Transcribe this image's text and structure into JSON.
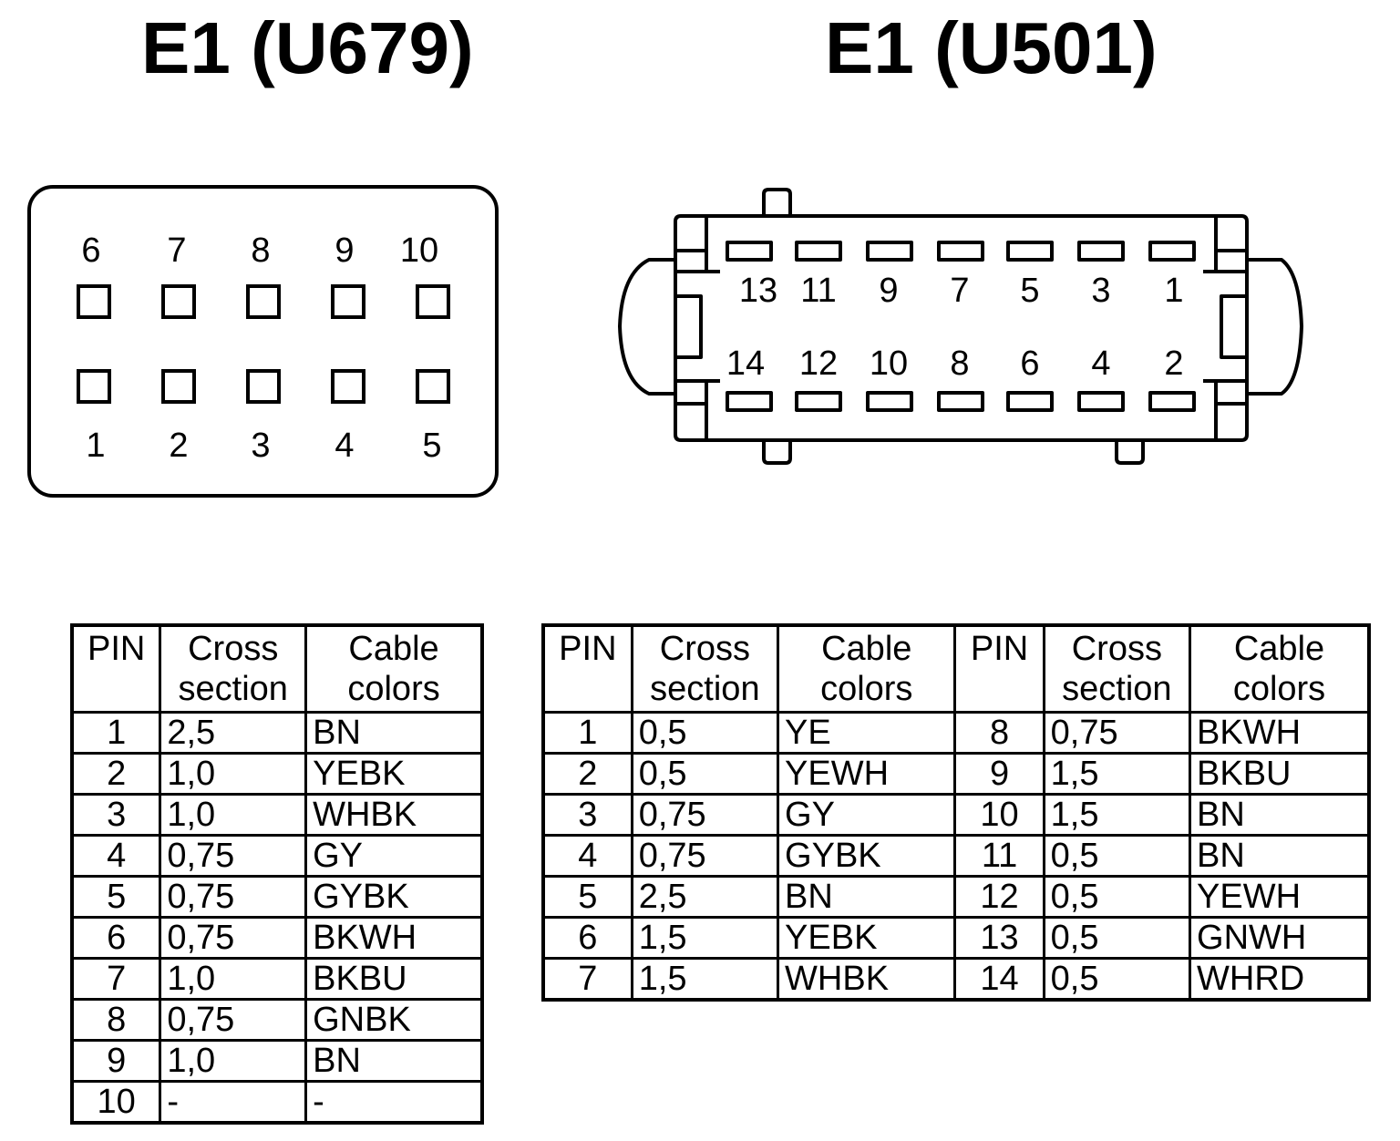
{
  "titles": {
    "left": "E1 (U679)",
    "right": "E1 (U501)"
  },
  "connector_left": {
    "top_row_labels": [
      "6",
      "7",
      "8",
      "9",
      "10"
    ],
    "bottom_row_labels": [
      "1",
      "2",
      "3",
      "4",
      "5"
    ]
  },
  "connector_right": {
    "top_row_labels": [
      "13",
      "11",
      "9",
      "7",
      "5",
      "3",
      "1"
    ],
    "bottom_row_labels": [
      "14",
      "12",
      "10",
      "8",
      "6",
      "4",
      "2"
    ]
  },
  "table_left": {
    "headers": {
      "pin": "PIN",
      "cross_1": "Cross",
      "cross_2": "section",
      "cable_1": "Cable",
      "cable_2": "colors"
    },
    "rows": [
      {
        "pin": "1",
        "cross": "2,5",
        "color": "BN"
      },
      {
        "pin": "2",
        "cross": "1,0",
        "color": "YEBK"
      },
      {
        "pin": "3",
        "cross": "1,0",
        "color": "WHBK"
      },
      {
        "pin": "4",
        "cross": "0,75",
        "color": "GY"
      },
      {
        "pin": "5",
        "cross": "0,75",
        "color": "GYBK"
      },
      {
        "pin": "6",
        "cross": "0,75",
        "color": "BKWH"
      },
      {
        "pin": "7",
        "cross": "1,0",
        "color": "BKBU"
      },
      {
        "pin": "8",
        "cross": "0,75",
        "color": "GNBK"
      },
      {
        "pin": "9",
        "cross": "1,0",
        "color": "BN"
      },
      {
        "pin": "10",
        "cross": "-",
        "color": "-"
      }
    ]
  },
  "table_right": {
    "headers": {
      "pin": "PIN",
      "cross_1": "Cross",
      "cross_2": "section",
      "cable_1": "Cable",
      "cable_2": "colors"
    },
    "rows": [
      {
        "pin": "1",
        "cross": "0,5",
        "color": "YE",
        "pin2": "8",
        "cross2": "0,75",
        "color2": "BKWH"
      },
      {
        "pin": "2",
        "cross": "0,5",
        "color": "YEWH",
        "pin2": "9",
        "cross2": "1,5",
        "color2": "BKBU"
      },
      {
        "pin": "3",
        "cross": "0,75",
        "color": "GY",
        "pin2": "10",
        "cross2": "1,5",
        "color2": "BN"
      },
      {
        "pin": "4",
        "cross": "0,75",
        "color": "GYBK",
        "pin2": "11",
        "cross2": "0,5",
        "color2": "BN"
      },
      {
        "pin": "5",
        "cross": "2,5",
        "color": "BN",
        "pin2": "12",
        "cross2": "0,5",
        "color2": "YEWH"
      },
      {
        "pin": "6",
        "cross": "1,5",
        "color": "YEBK",
        "pin2": "13",
        "cross2": "0,5",
        "color2": "GNWH"
      },
      {
        "pin": "7",
        "cross": "1,5",
        "color": "WHBK",
        "pin2": "14",
        "cross2": "0,5",
        "color2": "WHRD"
      }
    ]
  }
}
